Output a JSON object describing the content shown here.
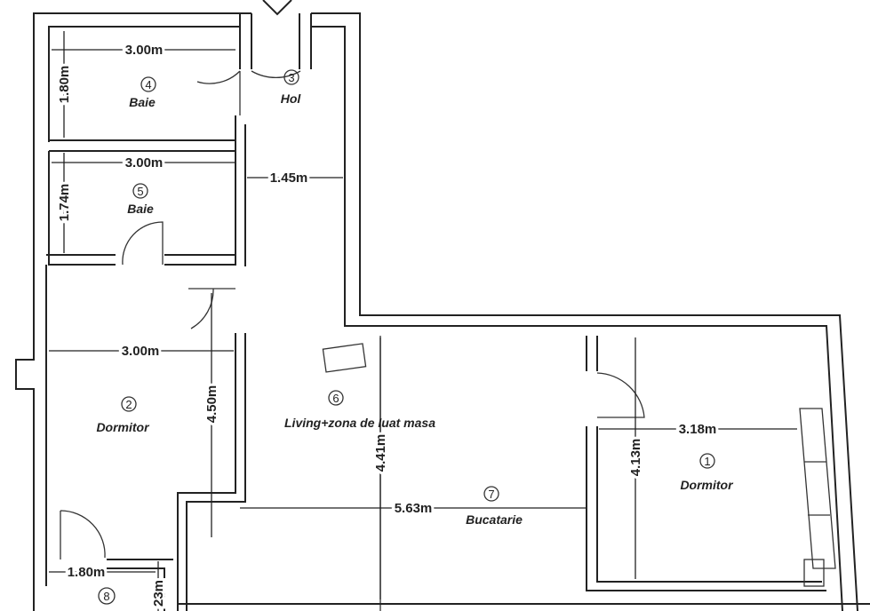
{
  "rooms": [
    {
      "number": "1",
      "name": "Dormitor"
    },
    {
      "number": "2",
      "name": "Dormitor"
    },
    {
      "number": "3",
      "name": "Hol"
    },
    {
      "number": "4",
      "name": "Baie"
    },
    {
      "number": "5",
      "name": "Baie"
    },
    {
      "number": "6",
      "name": "Living+zona de luat masa"
    },
    {
      "number": "7",
      "name": "Bucatarie"
    },
    {
      "number": "8",
      "name": ""
    }
  ],
  "dimensions": {
    "baie4_width": "3.00m",
    "baie4_height": "1.80m",
    "baie5_width": "3.00m",
    "baie5_height": "1.74m",
    "hol_width": "1.45m",
    "dormitor2_width": "3.00m",
    "dormitor2_height": "4.50m",
    "living_height": "4.41m",
    "living_width": "5.63m",
    "dormitor1_width": "3.18m",
    "dormitor1_height": "4.13m",
    "room8_width": "1.80m",
    "room8_height": "23m"
  }
}
